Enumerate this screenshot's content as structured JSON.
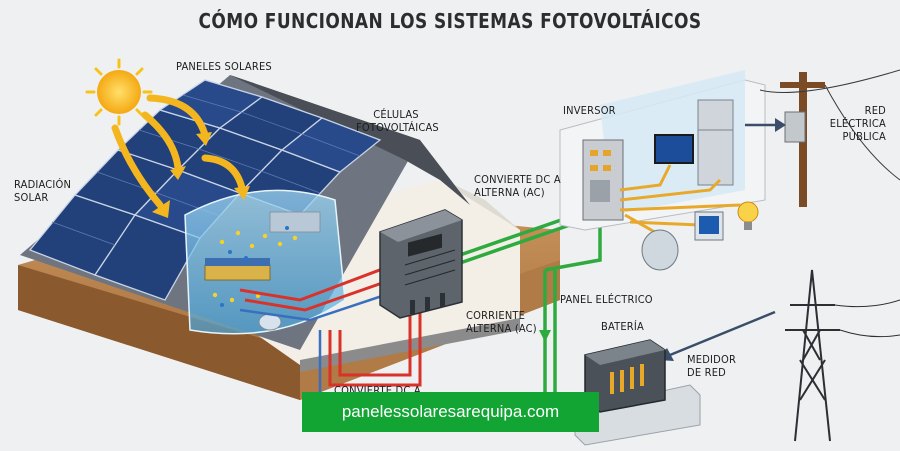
{
  "title": "CÓMO FUNCIONAN LOS SISTEMAS FOTOVOLTÁICOS",
  "labels": {
    "paneles": "PANELES SOLARES",
    "celulas_1": "CÉLULAS",
    "celulas_2": "FOTOVOLTÁICAS",
    "radiacion_1": "RADIACIÓN",
    "radiacion_2": "SOLAR",
    "inversor": "INVERSOR",
    "convierte_1": "CONVIERTE DC A",
    "convierte_2": "ALTERNA (AC)",
    "red_1": "RED",
    "red_2": "ELÉCTRICA",
    "red_3": "PÚBLICA",
    "panel_electrico": "PANEL ELÉCTRICO",
    "corriente_1": "CORRIENTE",
    "corriente_2": "ALTERNA (AC)",
    "bateria": "BATERÍA",
    "medidor_1": "MEDIDOR",
    "medidor_2": "DE RED",
    "convierte_bottom": "CONVIERTE DC A"
  },
  "banner": {
    "text": "panelessolaresarequipa.com",
    "color": "#12a534"
  },
  "colors": {
    "dc_line": "#d9322b",
    "ac_line": "#2faa3f",
    "data_line": "#e8a92a",
    "sun": "#f7c31b",
    "panel": "#22407a"
  }
}
